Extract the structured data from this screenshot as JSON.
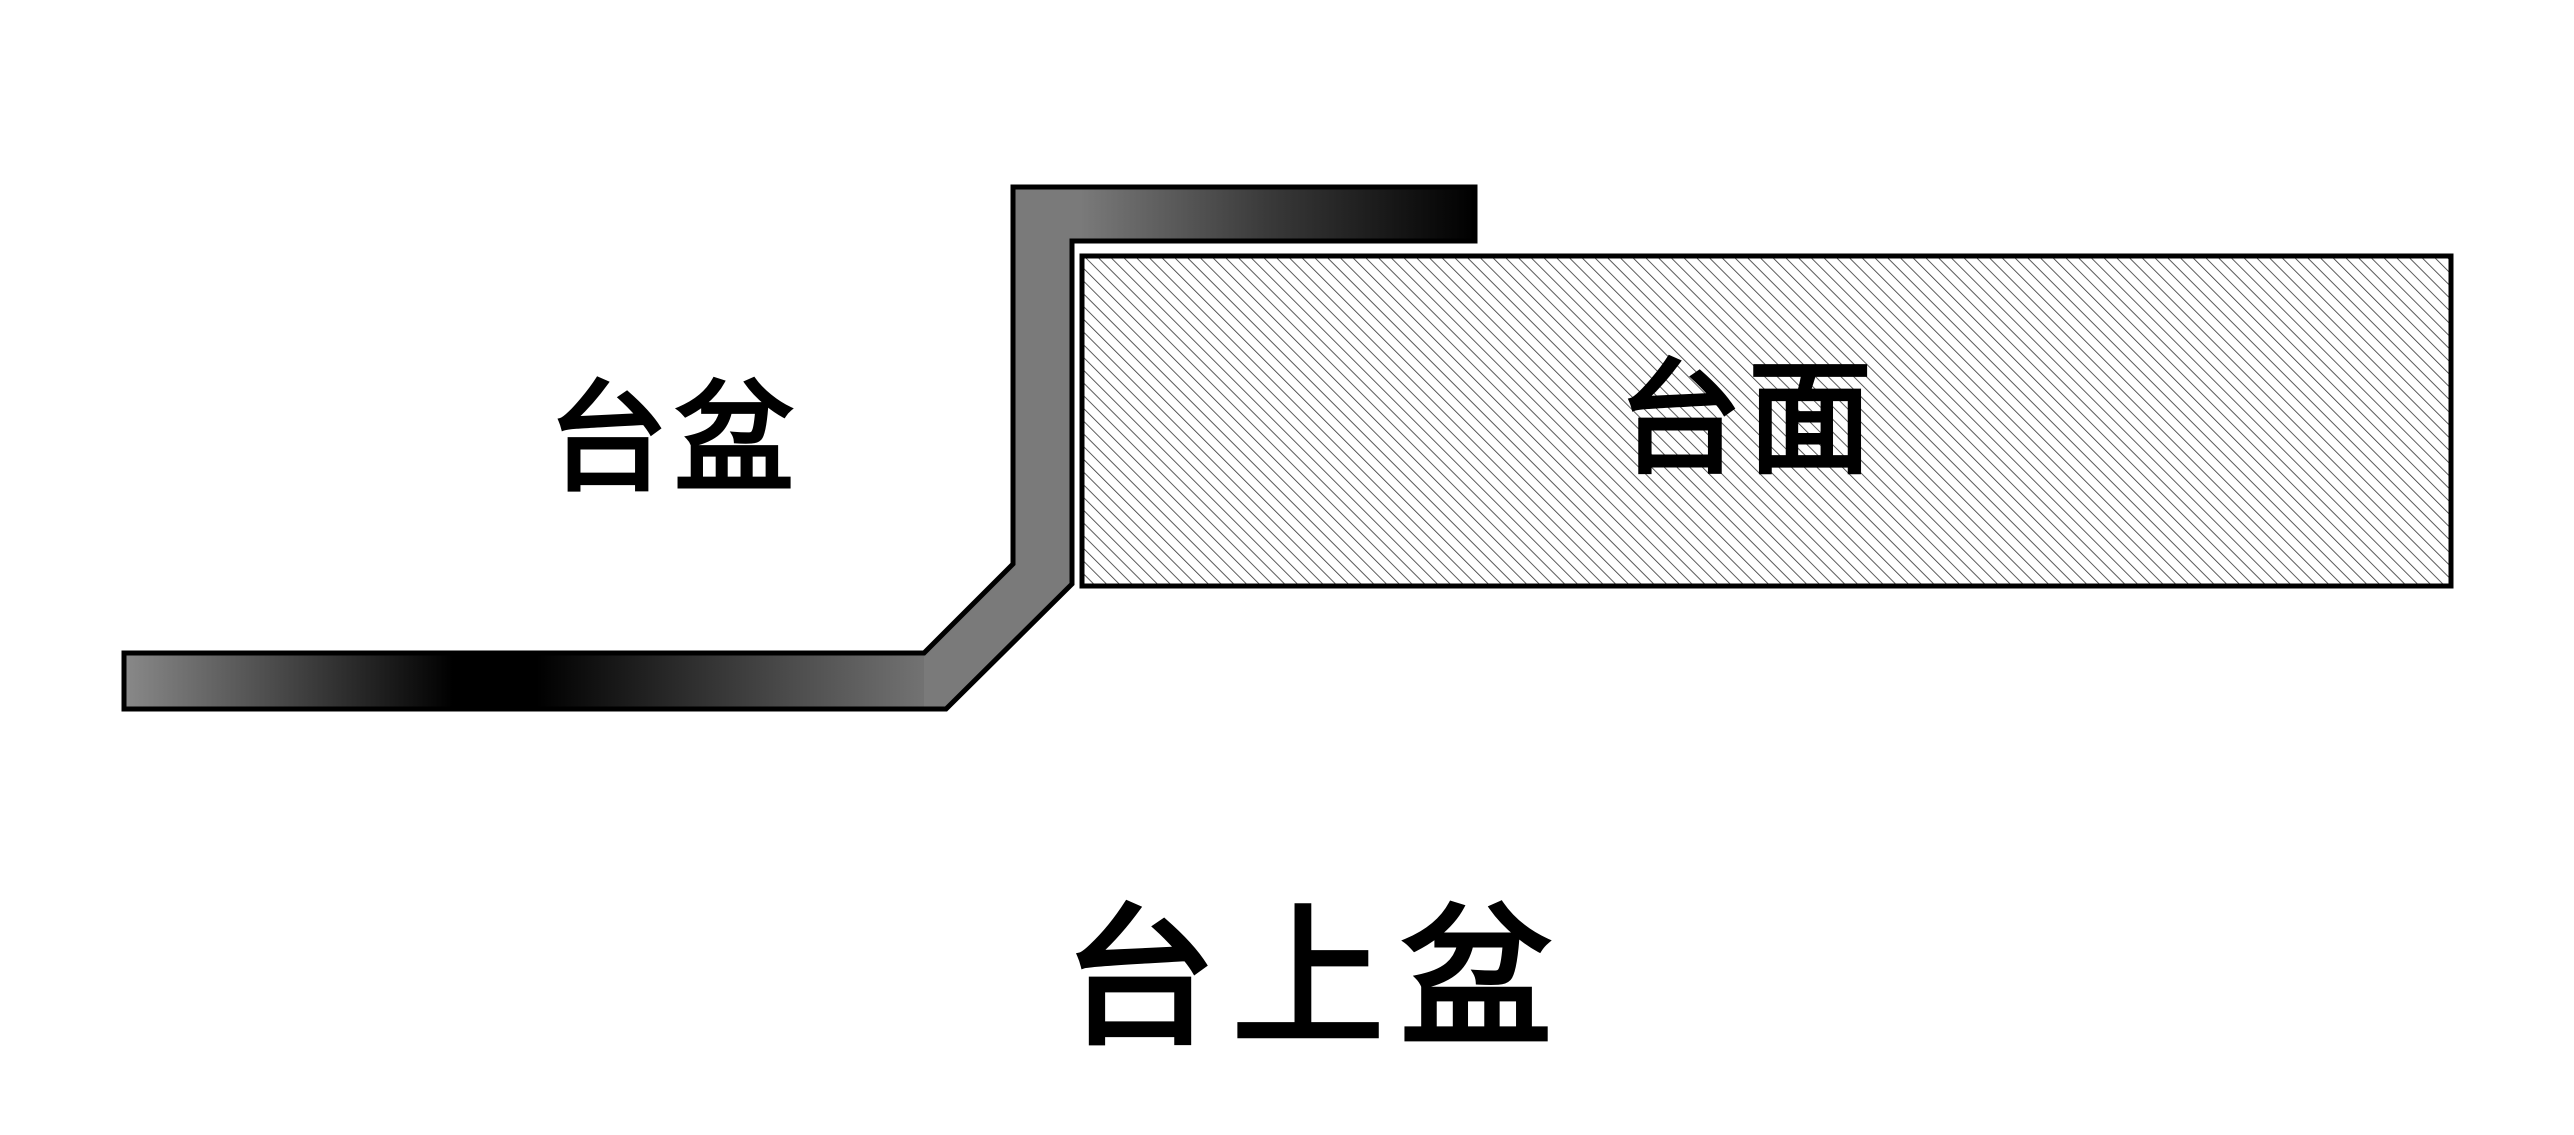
{
  "diagram": {
    "type": "cross-section",
    "labels": {
      "basin": "台盆",
      "countertop": "台面",
      "title": "台上盆"
    },
    "colors": {
      "outline": "#000000",
      "background": "#ffffff",
      "basin_gradient_light": "#888888",
      "basin_gradient_mid": "#7a7a7a",
      "basin_gradient_dark": "#000000",
      "hatch_line": "#555555"
    },
    "parts": [
      {
        "name": "basin-rim-top",
        "description": "Top flange of basin resting on countertop"
      },
      {
        "name": "basin-wall",
        "description": "Vertical + diagonal wall of basin"
      },
      {
        "name": "basin-bottom",
        "description": "Horizontal bottom of basin"
      },
      {
        "name": "countertop",
        "description": "Hatched countertop slab"
      }
    ]
  }
}
